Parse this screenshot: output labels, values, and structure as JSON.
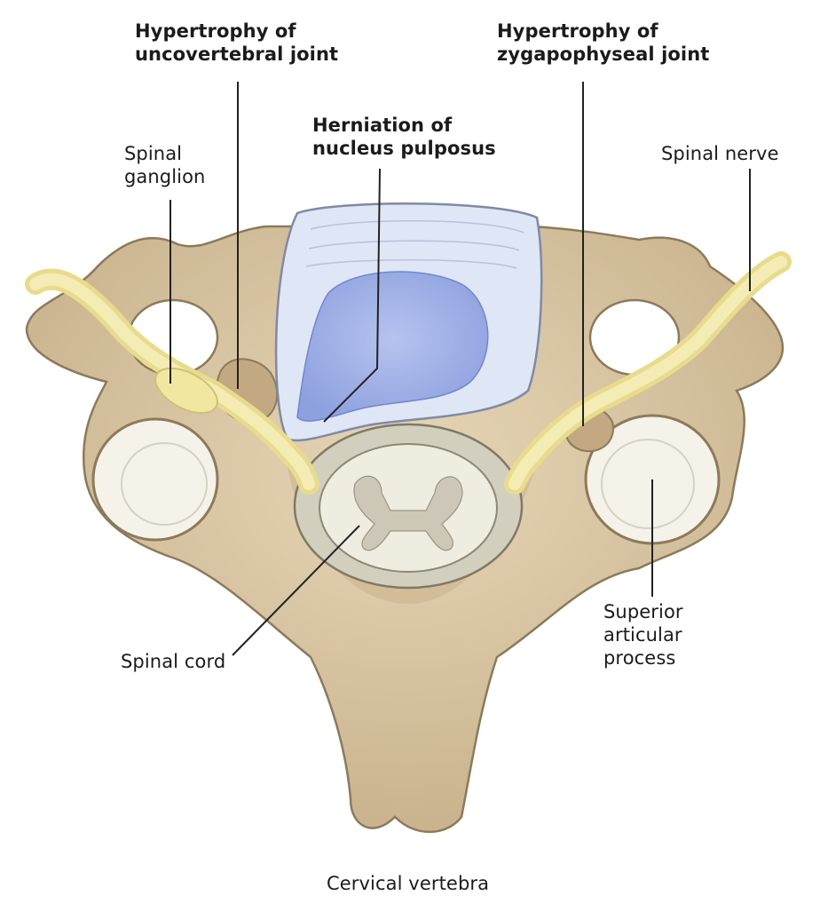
{
  "labels": {
    "uncovertebral": {
      "line1": "Hypertrophy of",
      "line2": "uncovertebral joint"
    },
    "zygapophyseal": {
      "line1": "Hypertrophy of",
      "line2": "zygapophyseal joint"
    },
    "herniation": {
      "line1": "Herniation of",
      "line2": "nucleus pulposus"
    },
    "spinal_ganglion": {
      "line1": "Spinal",
      "line2": "ganglion"
    },
    "spinal_nerve": {
      "text": "Spinal nerve"
    },
    "spinal_cord": {
      "text": "Spinal cord"
    },
    "superior_articular": {
      "line1": "Superior",
      "line2": "articular",
      "line3": "process"
    }
  },
  "caption": "Cervical vertebra",
  "colors": {
    "bone": "#d9c6a3",
    "bone_shadow": "#b59f7a",
    "disc": "#dfe6f5",
    "nucleus": "#9fb0e6",
    "nerve": "#f1e7a0",
    "cord": "#efece0"
  }
}
